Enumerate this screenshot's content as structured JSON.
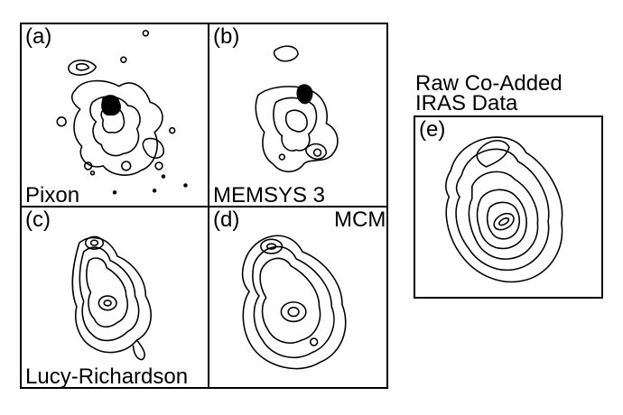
{
  "figure": {
    "panels": [
      {
        "letter": "(a)",
        "method": "Pixon"
      },
      {
        "letter": "(b)",
        "method": "MEMSYS 3"
      },
      {
        "letter": "(c)",
        "method": "Lucy-Richardson"
      },
      {
        "letter": "(d)",
        "method": "MCM"
      },
      {
        "letter": "(e)",
        "method": ""
      }
    ],
    "raw_heading_line1": "Raw Co-Added",
    "raw_heading_line2": "IRAS Data"
  }
}
